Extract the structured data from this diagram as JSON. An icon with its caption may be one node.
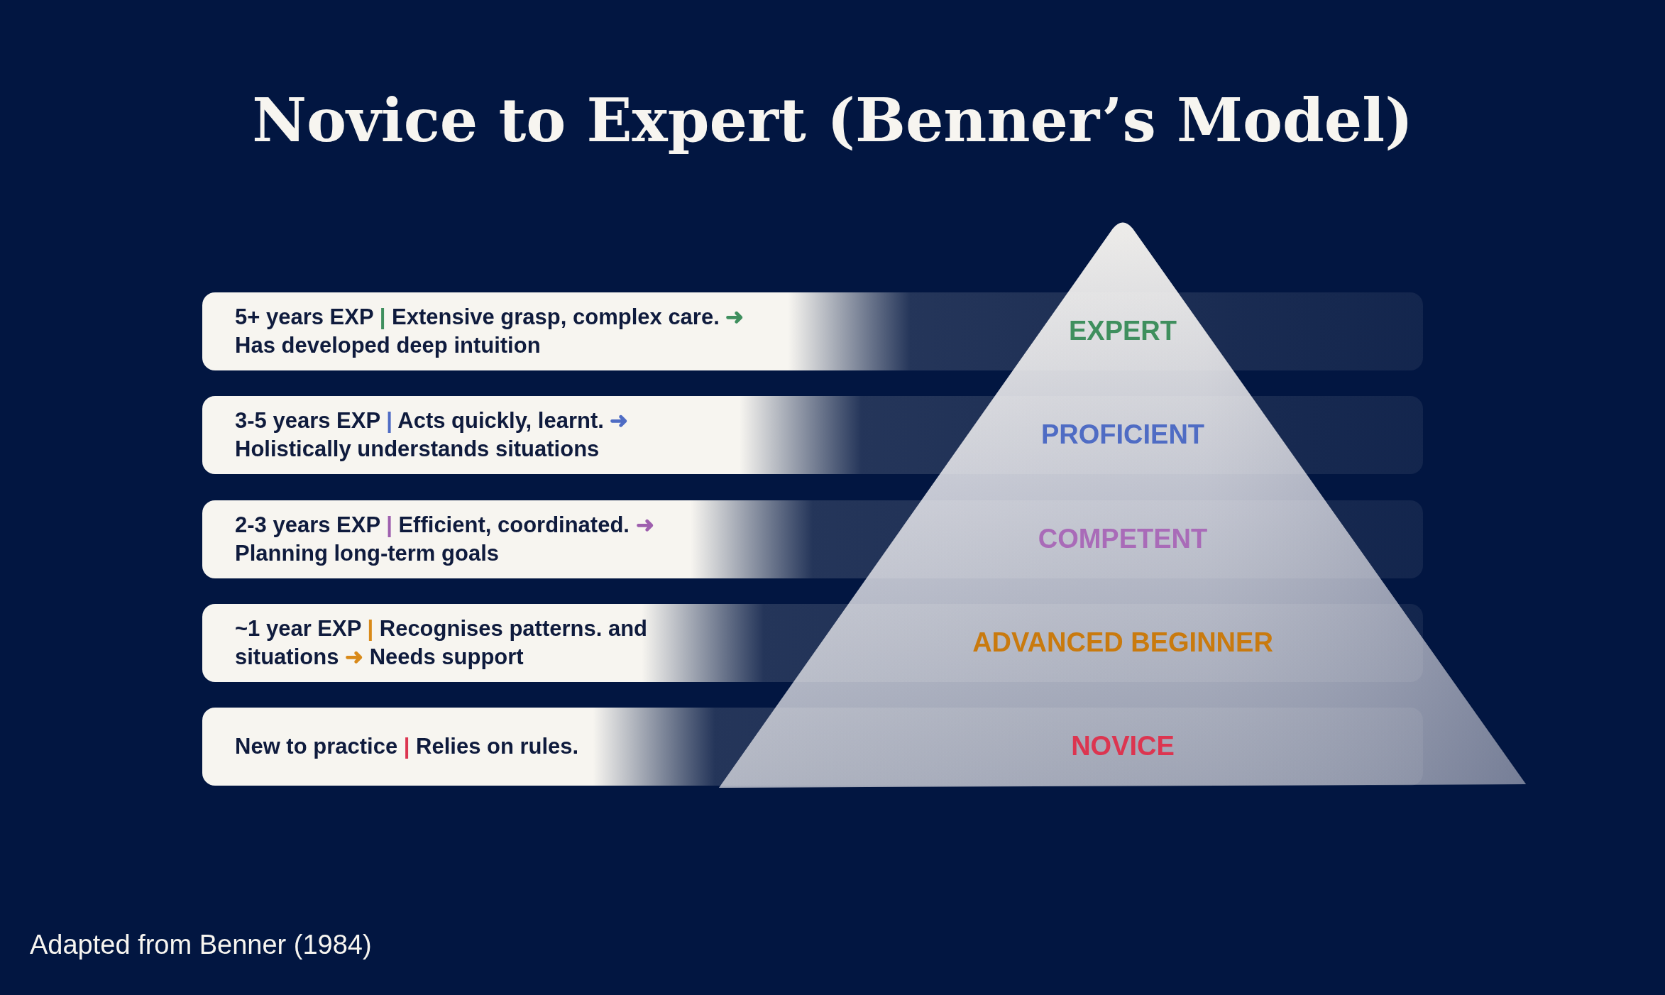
{
  "diagram": {
    "title": "Novice to Expert (Benner’s Model)",
    "caption": "Adapted from Benner (1984)",
    "nodes": [
      {
        "text": [
          "5+ years EXP | Extensive grasp, complex care. ➜ Has developed deep intuition",
          "EXPERT"
        ]
      },
      {
        "text": [
          "3-5 years EXP | Acts quickly, learnt. ➜ Holistically understands situations",
          "PROFICIENT"
        ]
      },
      {
        "text": [
          "2-3 years EXP | Efficient, coordinated. ➜ Planning long-term goals",
          "COMPETENT"
        ]
      },
      {
        "text": [
          "~1 year EXP | Recognises patterns. and situations ➜ Needs support",
          "ADVANCED BEGINNER"
        ]
      },
      {
        "text": [
          "New to practice | Relies on rules.",
          "NOVICE"
        ]
      }
    ]
  }
}
